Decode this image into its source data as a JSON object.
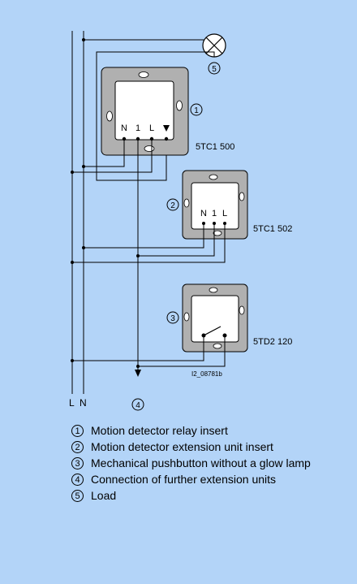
{
  "components": {
    "relay": {
      "number": "1",
      "model": "5TC1 500",
      "terminals": [
        "N",
        "1",
        "L"
      ]
    },
    "extension": {
      "number": "2",
      "model": "5TC1 502",
      "terminals": [
        "N",
        "1",
        "L"
      ]
    },
    "pushbutton": {
      "number": "3",
      "model": "5TD2 120"
    },
    "further": {
      "number": "4"
    },
    "load": {
      "number": "5"
    }
  },
  "supply": {
    "L": "L",
    "N": "N"
  },
  "figure_id": "I2_08781b",
  "legend": [
    {
      "number": "1",
      "text": "Motion detector relay insert"
    },
    {
      "number": "2",
      "text": "Motion detector extension unit insert"
    },
    {
      "number": "3",
      "text": "Mechanical pushbutton without a glow lamp"
    },
    {
      "number": "4",
      "text": "Connection of further extension units"
    },
    {
      "number": "5",
      "text": "Load"
    }
  ],
  "colors": {
    "background": "#b3d4f8",
    "frame": "#b0b0b0",
    "insert": "#ffffff",
    "wire": "#000000"
  }
}
